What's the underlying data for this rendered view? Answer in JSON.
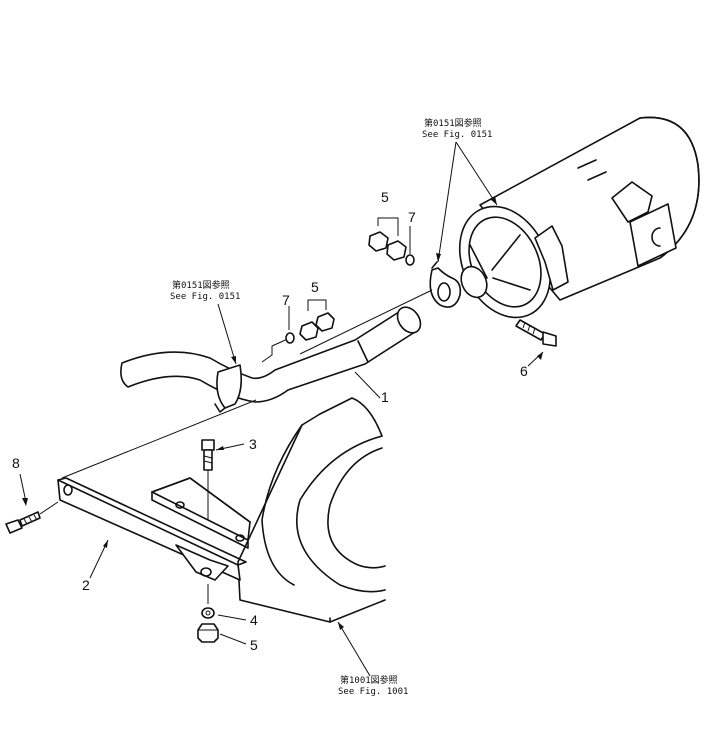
{
  "callouts": {
    "p1": "1",
    "p2": "2",
    "p3": "3",
    "p4": "4",
    "p5_top": "5",
    "p5_mid": "5",
    "p5_bottom": "5",
    "p6": "6",
    "p7_top": "7",
    "p7_mid": "7",
    "p8": "8"
  },
  "references": {
    "muffler_jp": "第0151図参照",
    "muffler_en": "See Fig. 0151",
    "pipe_jp": "第0151図参照",
    "pipe_en": "See Fig. 0151",
    "body_jp": "第1001図参照",
    "body_en": "See Fig. 1001"
  }
}
